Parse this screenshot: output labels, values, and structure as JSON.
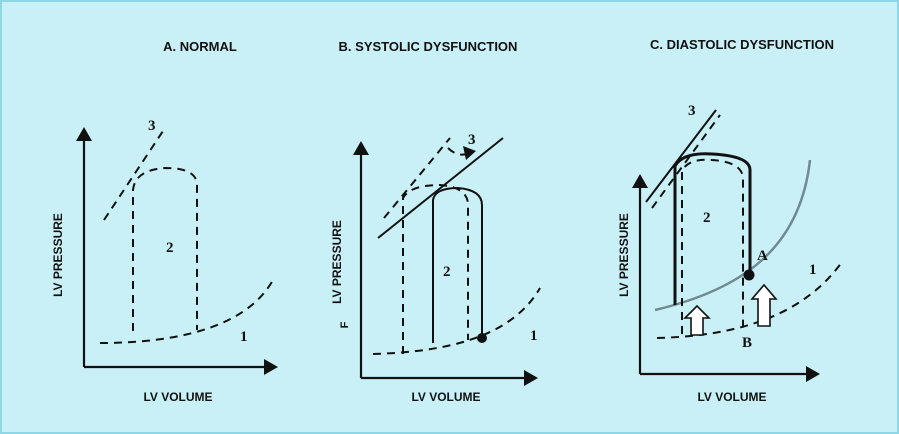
{
  "panels": [
    {
      "title": "A. NORMAL",
      "ylabel": "LV PRESSURE",
      "xlabel": "LV VOLUME",
      "labels": [
        "1",
        "2",
        "3"
      ]
    },
    {
      "title": "B. SYSTOLIC DYSFUNCTION",
      "ylabel": "LV PRESSURE",
      "xlabel": "LV VOLUME",
      "labels": [
        "1",
        "2",
        "3"
      ],
      "extra_mark": "F"
    },
    {
      "title": "C. DIASTOLIC DYSFUNCTION",
      "ylabel": "LV PRESSURE",
      "xlabel": "LV VOLUME",
      "labels": [
        "1",
        "2",
        "3"
      ],
      "points": [
        "A",
        "B"
      ]
    }
  ]
}
